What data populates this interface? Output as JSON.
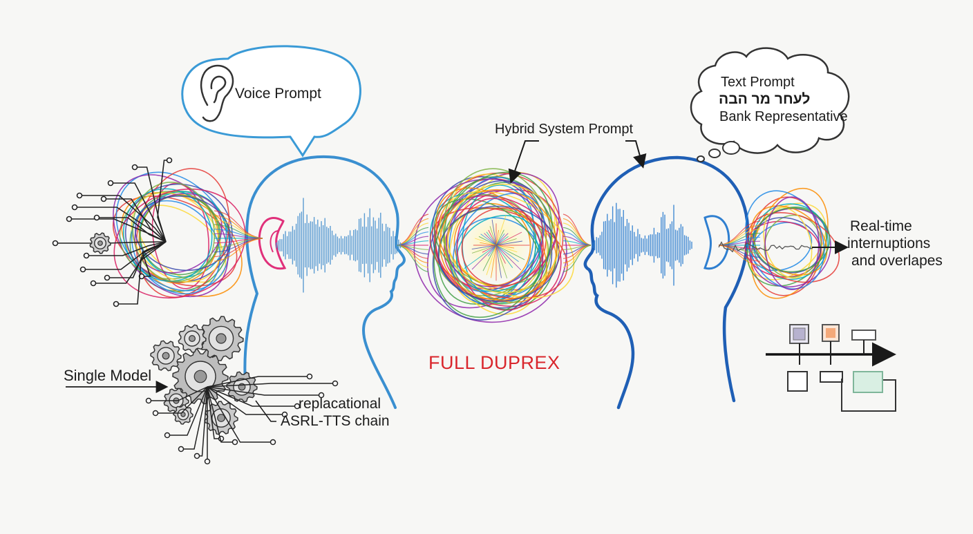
{
  "labels": {
    "voice_prompt": "Voice Prompt",
    "text_prompt_line1": "Text Prompt",
    "text_prompt_line2": "לעחר מר הבה",
    "text_prompt_line3": "Bank Representative",
    "hybrid_system_prompt": "Hybrid System Prompt",
    "realtime_line1": "Real-time",
    "realtime_line2": "internuptions",
    "realtime_line3": "and overlapes",
    "full_duplex": "FULL DUPREX",
    "single_model": "Single Model",
    "chain_line1": "replacational",
    "chain_line2": "ASRL-TTS chain"
  },
  "colors": {
    "left_head": "#3a8fd0",
    "right_head": "#1f5fb5",
    "duplex_text": "#d9262c",
    "wave_left": "#4a92cf",
    "wave_right": "#2f7fd0",
    "loop_palette": [
      "#e53935",
      "#fb8c00",
      "#fdd835",
      "#43a047",
      "#1e88e5",
      "#8e24aa",
      "#00acc1",
      "#d81b60",
      "#7cb342",
      "#3949ab"
    ]
  },
  "icons": [
    "ear-icon",
    "gear-cluster-icon",
    "circuit-icon",
    "timeline-icon"
  ]
}
